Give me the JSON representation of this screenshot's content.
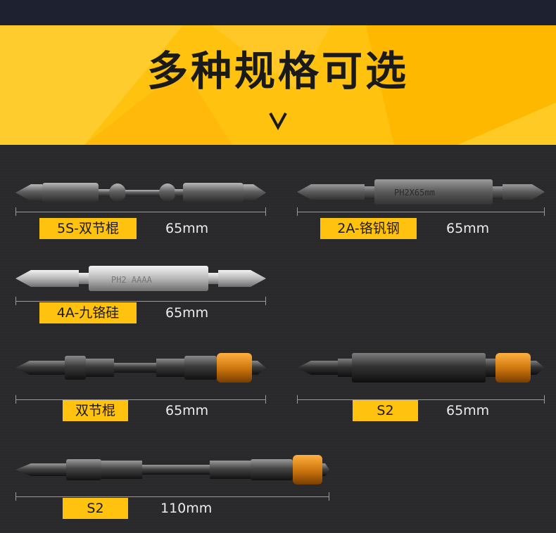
{
  "header": {
    "title": "多种规格可选",
    "arrow": "chevron-down-icon"
  },
  "colors": {
    "accent": "#ffc20e",
    "background": "#2a2a2c",
    "text_light": "#ececec"
  },
  "items": [
    {
      "label": "5S-双节棍",
      "length": "65mm"
    },
    {
      "label": "2A-铬钒钢",
      "length": "65mm"
    },
    {
      "label": "4A-九铬硅",
      "length": "65mm"
    },
    {
      "label": "双节棍",
      "length": "65mm"
    },
    {
      "label": "S2",
      "length": "65mm"
    },
    {
      "label": "S2",
      "length": "110mm"
    }
  ],
  "bit_engravings": {
    "item2": "PH2X65mm",
    "item3": "PH2 AAAA"
  }
}
